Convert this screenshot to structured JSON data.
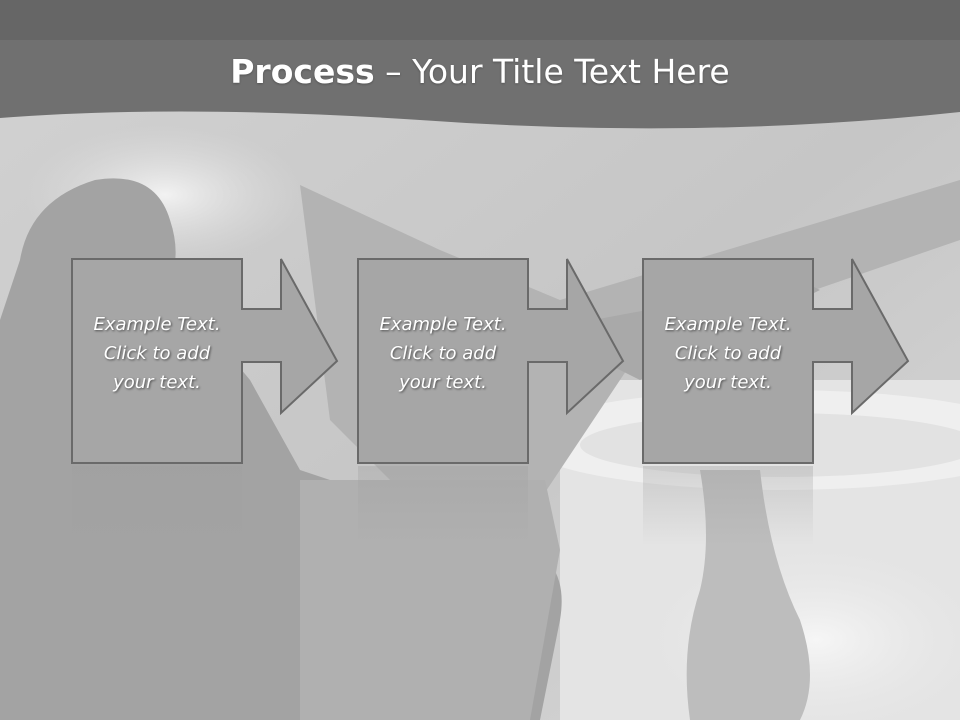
{
  "slide": {
    "title_bold": "Process",
    "title_rest": " – Your Title Text Here"
  },
  "steps": [
    {
      "text": "Example Text.\nClick  to add\nyour text."
    },
    {
      "text": "Example Text.\nClick  to add\nyour text."
    },
    {
      "text": "Example Text.\nClick  to add\nyour text."
    }
  ],
  "colors": {
    "header_band": "#6e6e6e",
    "box_fill": "#a6a6a6",
    "box_border": "#6a6a6a",
    "background": "#c4c4c4",
    "text": "#ffffff"
  }
}
